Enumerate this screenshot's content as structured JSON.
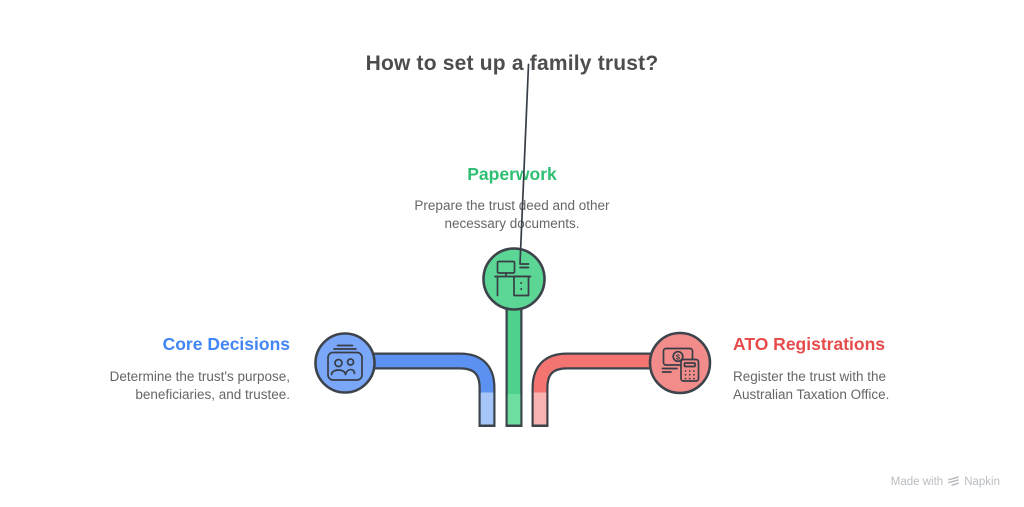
{
  "title": "How to set up a family trust?",
  "colors": {
    "title_text": "#4d4d4d",
    "body_text": "#666666",
    "green": "#2fbf72",
    "blue": "#4285f4",
    "red": "#e74c4c",
    "outline": "#3d434b",
    "circle_blue": "#7aa7f8",
    "circle_green": "#5bd694",
    "circle_red": "#f28c8b",
    "tube_blue": "#5b92f1",
    "tube_blue_light": "#a6c6fa",
    "tube_green": "#4fd28b",
    "tube_green_light": "#6edea0",
    "tube_red": "#f37471",
    "tube_red_light": "#f8b2af",
    "watermark": "#b9bdc1"
  },
  "steps": {
    "paperwork": {
      "label": "Paperwork",
      "lines": [
        "Prepare the trust deed and other",
        "necessary documents."
      ],
      "icon": "desk-computer-icon"
    },
    "core_decisions": {
      "label": "Core Decisions",
      "lines": [
        "Determine the trust's purpose,",
        "beneficiaries, and trustee."
      ],
      "icon": "id-card-people-icon"
    },
    "ato_registrations": {
      "label": "ATO Registrations",
      "lines": [
        "Register the trust with the",
        "Australian Taxation Office."
      ],
      "icon": "money-calculator-icon"
    }
  },
  "icons": {
    "dollar_glyph": "$"
  },
  "watermark": {
    "prefix": "Made with",
    "brand": "Napkin",
    "logo": "napkin-logo-icon"
  }
}
